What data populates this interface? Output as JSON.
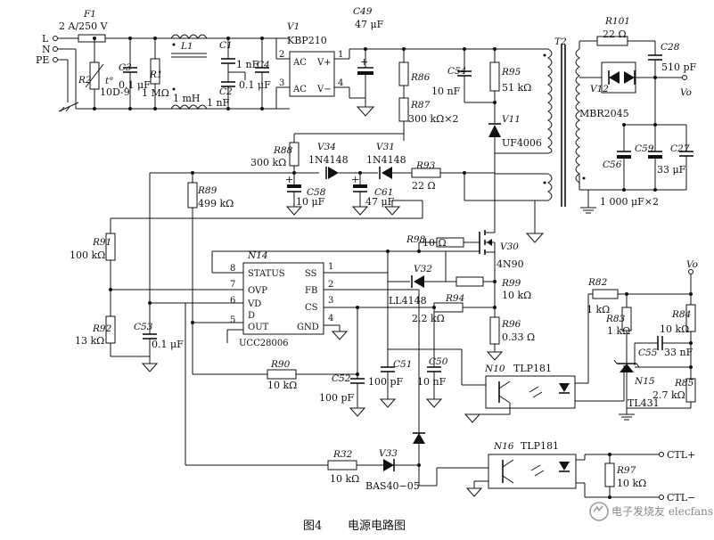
{
  "terminals": {
    "l": "L",
    "n": "N",
    "pe": "PE"
  },
  "fuse": {
    "ref": "F1",
    "value": "2 A/250 V"
  },
  "varistor": {
    "ref": "R2",
    "value": "10D-9",
    "temp": "t°"
  },
  "c3": {
    "ref": "C3",
    "value": "0.1 μF"
  },
  "r1": {
    "ref": "R1",
    "value": "1 MΩ"
  },
  "l1": {
    "ref": "L1",
    "value": "1 mH"
  },
  "c1": {
    "ref": "C1",
    "value": "1 nF"
  },
  "c2": {
    "ref": "C2",
    "value": "1 nF"
  },
  "c4": {
    "ref": "C4",
    "value": "0.1 μF"
  },
  "bridge": {
    "ref": "V1",
    "part": "KBP210",
    "ac1": "AC",
    "ac2": "AC",
    "vp": "V+",
    "vn": "V−",
    "p1": "1",
    "p2": "2",
    "p3": "3",
    "p4": "4"
  },
  "c49": {
    "ref": "C49",
    "value": "47 μF"
  },
  "r86": {
    "ref": "R86"
  },
  "r87": {
    "ref": "R87",
    "value": "300 kΩ×2"
  },
  "c54": {
    "ref": "C54",
    "value": "10 nF"
  },
  "r95": {
    "ref": "R95",
    "value": "51 kΩ"
  },
  "v11": {
    "ref": "V11",
    "part": "UF4006"
  },
  "t2": {
    "ref": "T2"
  },
  "r101": {
    "ref": "R101",
    "value": "22 Ω"
  },
  "c28": {
    "ref": "C28",
    "value": "510 pF"
  },
  "v12": {
    "ref": "V12",
    "part": "MBR2045"
  },
  "vo": {
    "label": "Vo"
  },
  "c56": {
    "ref": "C56"
  },
  "c59": {
    "ref": "C59",
    "value": "33 μF"
  },
  "c27": {
    "ref": "C27"
  },
  "c_out": {
    "value": "1 000 μF×2"
  },
  "r88": {
    "ref": "R88",
    "value": "300 kΩ"
  },
  "v34": {
    "ref": "V34",
    "part": "1N4148"
  },
  "v31": {
    "ref": "V31",
    "part": "1N4148"
  },
  "r93": {
    "ref": "R93",
    "value": "22 Ω"
  },
  "c58": {
    "ref": "C58",
    "value": "10 μF"
  },
  "c61": {
    "ref": "C61",
    "value": "47 μF"
  },
  "r89": {
    "ref": "R89",
    "value": "499 kΩ"
  },
  "r91": {
    "ref": "R91",
    "value": "100 kΩ"
  },
  "r92": {
    "ref": "R92",
    "value": "13 kΩ"
  },
  "c53": {
    "ref": "C53",
    "value": "0.1 μF"
  },
  "ic": {
    "ref": "N14",
    "part": "UCC28006",
    "pins": {
      "status": "STATUS",
      "ovp": "OVP",
      "vd": "VD",
      "d": "D",
      "out": "OUT",
      "ss": "SS",
      "fb": "FB",
      "cs": "CS",
      "gnd": "GND"
    },
    "pinnums": {
      "p8": "8",
      "p7": "7",
      "p6": "6",
      "p5": "5",
      "p1": "1",
      "p2": "2",
      "p3": "3",
      "p4": "4"
    }
  },
  "r98": {
    "ref": "R98",
    "value": "10 Ω"
  },
  "v30": {
    "ref": "V30",
    "part": "4N90"
  },
  "v32": {
    "ref": "V32",
    "part": "LL4148"
  },
  "r99": {
    "ref": "R99",
    "value": "10 kΩ"
  },
  "r94": {
    "ref": "R94",
    "value": "2.2 kΩ"
  },
  "r96": {
    "ref": "R96",
    "value": "0.33 Ω"
  },
  "r90": {
    "ref": "R90",
    "value": "10 kΩ"
  },
  "c52": {
    "ref": "C52",
    "value": "100 pF"
  },
  "c51": {
    "ref": "C51",
    "value": "100 pF"
  },
  "c50": {
    "ref": "C50",
    "value": "10 nF"
  },
  "n10": {
    "ref": "N10",
    "part": "TLP181"
  },
  "r82": {
    "ref": "R82",
    "value": "1 kΩ"
  },
  "r83": {
    "ref": "R83",
    "value": "1 kΩ"
  },
  "r84": {
    "ref": "R84",
    "value": "10 kΩ"
  },
  "c55": {
    "ref": "C55",
    "value": "33 nF"
  },
  "n15": {
    "ref": "N15",
    "part": "TL431"
  },
  "r85": {
    "ref": "R85",
    "value": "2.7 kΩ"
  },
  "vo2": {
    "label": "Vo"
  },
  "v33": {
    "ref": "V33",
    "part": "BAS40−05"
  },
  "r32": {
    "ref": "R32",
    "value": "10 kΩ"
  },
  "n16": {
    "ref": "N16",
    "part": "TLP181"
  },
  "r97": {
    "ref": "R97",
    "value": "10 kΩ"
  },
  "ctl": {
    "plus": "CTL+",
    "minus": "CTL−"
  },
  "caption": {
    "figure": "图4",
    "title": "电源电路图"
  },
  "watermark": {
    "text": "电子发烧友 elecfans.com"
  }
}
